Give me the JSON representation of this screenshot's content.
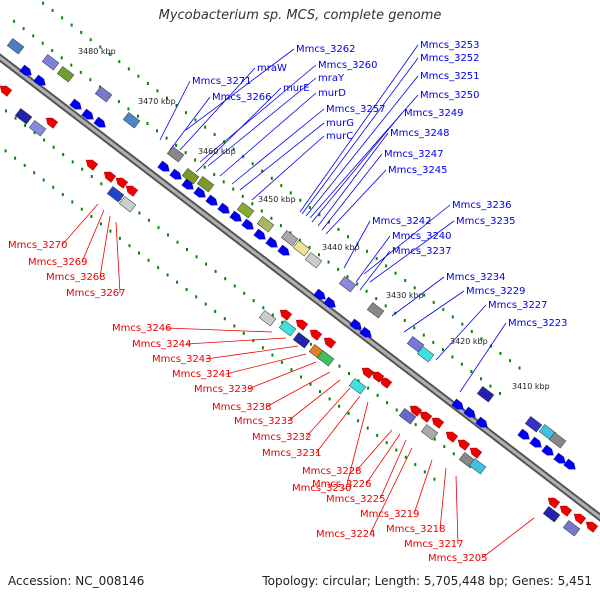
{
  "title": "Mycobacterium sp. MCS, complete genome",
  "accession": "Accession: NC_008146",
  "topology": "Topology: circular; Length: 5,705,448 bp; Genes: 5,451",
  "colors": {
    "forward": "#0000ee",
    "reverse": "#ee0000",
    "backbone": "#888888",
    "ticks": "#008800"
  },
  "kbp_labels": [
    "3480 kbp",
    "3470 kbp",
    "3460 kbp",
    "3450 kbp",
    "3440 kbp",
    "3430 kbp",
    "3420 kbp",
    "3410 kbp"
  ],
  "forward_labels": [
    "Mmcs_3262",
    "Mmcs_3253",
    "Mmcs_3252",
    "mraW",
    "Mmcs_3260",
    "Mmcs_3271",
    "mraY",
    "murE",
    "Mmcs_3251",
    "murD",
    "Mmcs_3266",
    "Mmcs_3250",
    "Mmcs_3257",
    "Mmcs_3249",
    "murG",
    "murC",
    "Mmcs_3248",
    "Mmcs_3247",
    "Mmcs_3245",
    "Mmcs_3236",
    "Mmcs_3242",
    "Mmcs_3235",
    "Mmcs_3240",
    "Mmcs_3237",
    "Mmcs_3234",
    "Mmcs_3229",
    "Mmcs_3227",
    "Mmcs_3223"
  ],
  "reverse_labels": [
    "Mmcs_3270",
    "Mmcs_3269",
    "Mmcs_3268",
    "Mmcs_3267",
    "Mmcs_3246",
    "Mmcs_3244",
    "Mmcs_3243",
    "Mmcs_3241",
    "Mmcs_3239",
    "Mmcs_3238",
    "Mmcs_3233",
    "Mmcs_3232",
    "Mmcs_3231",
    "Mmcs_3228",
    "Mmcs_3230",
    "Mmcs_3226",
    "Mmcs_3225",
    "Mmcs_3224",
    "Mmcs_3219",
    "Mmcs_3218",
    "Mmcs_3217",
    "Mmcs_3205"
  ]
}
